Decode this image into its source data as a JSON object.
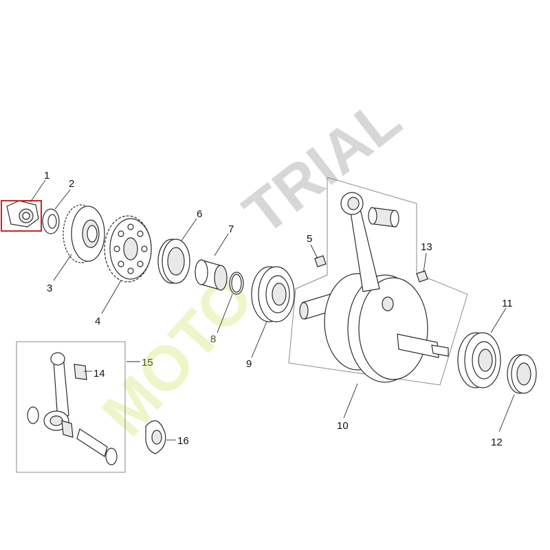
{
  "watermark": {
    "text_moto": "MOTO",
    "text_trial": "TRIAL",
    "color": "#edf6c9",
    "accent_color": "#b0b0b0"
  },
  "highlight": {
    "part": "1",
    "color": "#d21f1f"
  },
  "callouts": {
    "c1": "1",
    "c2": "2",
    "c3": "3",
    "c4": "4",
    "c5": "5",
    "c6": "6",
    "c7": "7",
    "c8": "8",
    "c9": "9",
    "c10": "10",
    "c11": "11",
    "c12": "12",
    "c13": "13",
    "c14": "14",
    "c15": "15",
    "c16": "16"
  }
}
